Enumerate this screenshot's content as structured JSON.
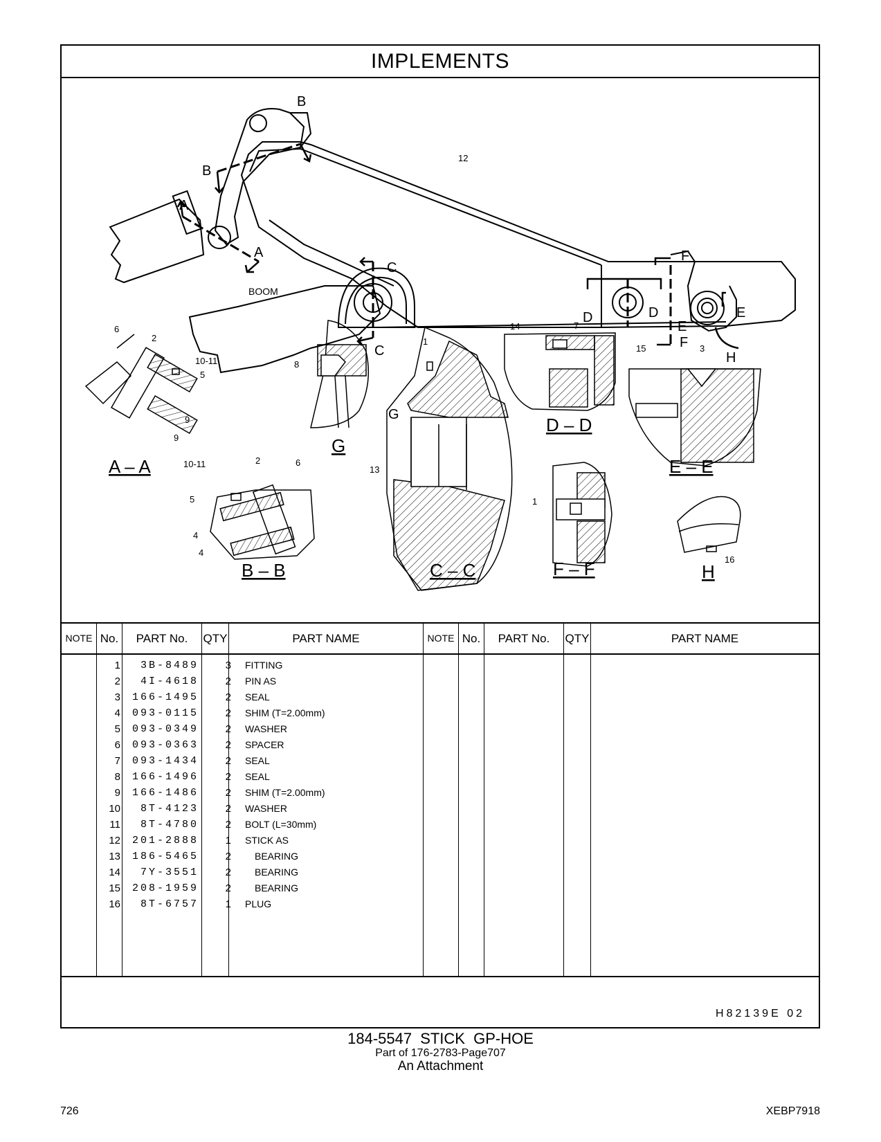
{
  "header": {
    "title": "IMPLEMENTS"
  },
  "diagram": {
    "boom_label": "BOOM",
    "section_labels": [
      "A – A",
      "B – B",
      "C – C",
      "D – D",
      "E – E",
      "F – F",
      "G",
      "H"
    ],
    "callouts": [
      "1",
      "2",
      "3",
      "4",
      "5",
      "6",
      "7",
      "8",
      "9",
      "10-11",
      "12",
      "13",
      "14",
      "15",
      "16"
    ],
    "cut_letters": [
      "A",
      "B",
      "C",
      "D",
      "E",
      "F",
      "G",
      "H"
    ]
  },
  "table": {
    "columns": {
      "note": "NOTE",
      "no": "No.",
      "part_no": "PART No.",
      "qty": "QTY",
      "part_name": "PART NAME"
    },
    "rows": [
      {
        "no": "1",
        "part_no": "3B-8489",
        "qty": "3",
        "name": "FITTING",
        "indent": false
      },
      {
        "no": "2",
        "part_no": "4I-4618",
        "qty": "2",
        "name": "PIN  AS",
        "indent": false
      },
      {
        "no": "3",
        "part_no": "166-1495",
        "qty": "2",
        "name": "SEAL",
        "indent": false
      },
      {
        "no": "4",
        "part_no": "093-0115",
        "qty": "2",
        "name": "SHIM (T=2.00mm)",
        "indent": false
      },
      {
        "no": "5",
        "part_no": "093-0349",
        "qty": "2",
        "name": "WASHER",
        "indent": false
      },
      {
        "no": "6",
        "part_no": "093-0363",
        "qty": "2",
        "name": "SPACER",
        "indent": false
      },
      {
        "no": "7",
        "part_no": "093-1434",
        "qty": "2",
        "name": "SEAL",
        "indent": false
      },
      {
        "no": "8",
        "part_no": "166-1496",
        "qty": "2",
        "name": "SEAL",
        "indent": false
      },
      {
        "no": "9",
        "part_no": "166-1486",
        "qty": "2",
        "name": "SHIM (T=2.00mm)",
        "indent": false
      },
      {
        "no": "10",
        "part_no": "8T-4123",
        "qty": "2",
        "name": "WASHER",
        "indent": false
      },
      {
        "no": "11",
        "part_no": "8T-4780",
        "qty": "2",
        "name": "BOLT (L=30mm)",
        "indent": false
      },
      {
        "no": "12",
        "part_no": "201-2888",
        "qty": "1",
        "name": "STICK  AS",
        "indent": false
      },
      {
        "no": "13",
        "part_no": "186-5465",
        "qty": "2",
        "name": "BEARING",
        "indent": true
      },
      {
        "no": "14",
        "part_no": "7Y-3551",
        "qty": "2",
        "name": "BEARING",
        "indent": true
      },
      {
        "no": "15",
        "part_no": "208-1959",
        "qty": "2",
        "name": "BEARING",
        "indent": true
      },
      {
        "no": "16",
        "part_no": "8T-6757",
        "qty": "1",
        "name": "PLUG",
        "indent": false
      }
    ]
  },
  "drawing_code": "H82139E   02",
  "footer": {
    "title": "184-5547  STICK  GP-HOE",
    "subtitle": "Part of 176-2783-Page707",
    "subtitle2": "An Attachment",
    "page_number": "726",
    "doc_id": "XEBP7918"
  }
}
